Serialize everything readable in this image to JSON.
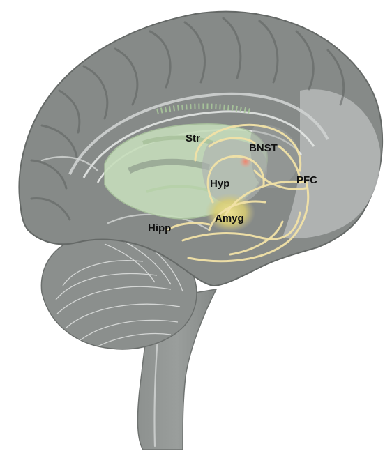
{
  "labels": {
    "str": "Str",
    "bnst": "BNST",
    "hyp": "Hyp",
    "pfc": "PFC",
    "amyg": "Amyg",
    "hipp": "Hipp"
  },
  "colors": {
    "cortex": "#858987",
    "cortex_light": "#b9bcbb",
    "limbic": "#c6ddbb",
    "amygdala": "#e4d98a",
    "bnst": "#e9967a",
    "connections": "#f1e2a6"
  }
}
